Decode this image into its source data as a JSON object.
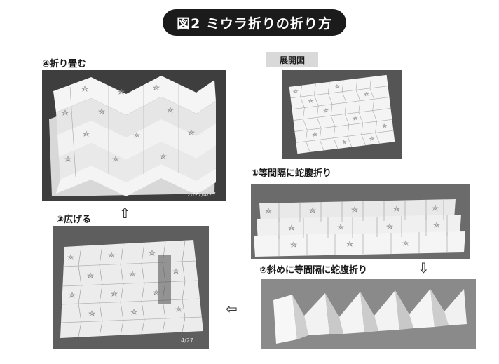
{
  "figure_title": "図2 ミウラ折りの折り方",
  "tag_label": "展開図",
  "steps": {
    "step1": "①等間隔に蛇腹折り",
    "step2": "②斜めに等間隔に蛇腹折り",
    "step3": "③広げる",
    "step4": "④折り畳む"
  },
  "photo_stamp_text": {
    "step3": "4/27",
    "step4": "2017/4/27"
  },
  "arrows": {
    "down": "⇩",
    "left": "⇦",
    "up": "⇧"
  },
  "colors": {
    "title_bg": "#1b1b1b",
    "photo_bg": "#6e6e6e",
    "paper": "#f2f2f2"
  }
}
